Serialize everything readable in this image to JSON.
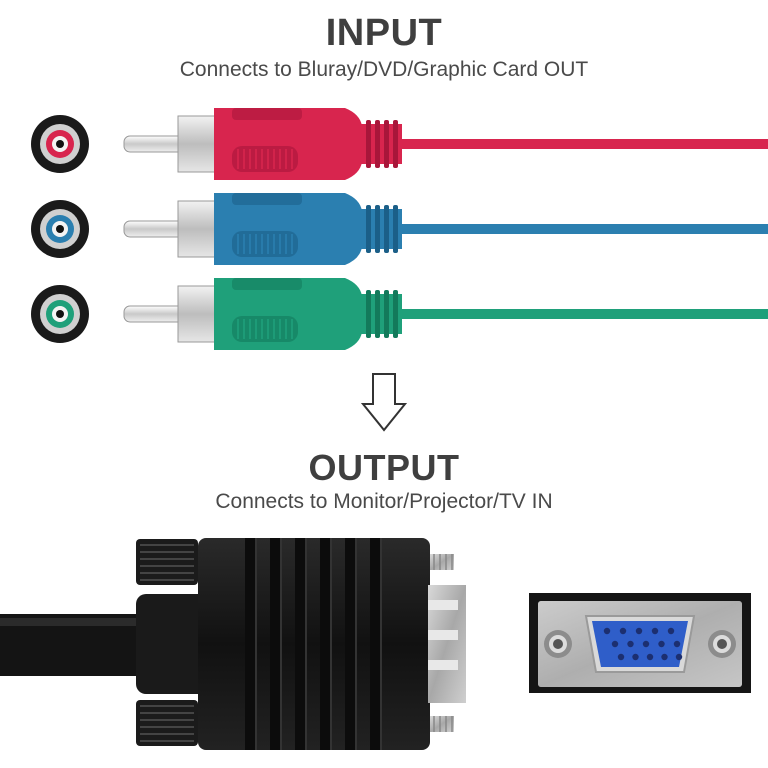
{
  "input": {
    "title": "INPUT",
    "subtitle": "Connects to Bluray/DVD/Graphic Card OUT"
  },
  "output": {
    "title": "OUTPUT",
    "subtitle": "Connects to Monitor/Projector/TV IN"
  },
  "rca_plugs": [
    {
      "name": "red",
      "color": "#d8254e",
      "dark": "#a8163a"
    },
    {
      "name": "blue",
      "color": "#2b7fb0",
      "dark": "#1b5f88"
    },
    {
      "name": "green",
      "color": "#1fa07a",
      "dark": "#137a5b"
    }
  ],
  "icons": [
    "rca-jack-red-icon",
    "rca-jack-blue-icon",
    "rca-jack-green-icon",
    "down-arrow-icon",
    "vga-plug-icon",
    "vga-port-icon"
  ]
}
